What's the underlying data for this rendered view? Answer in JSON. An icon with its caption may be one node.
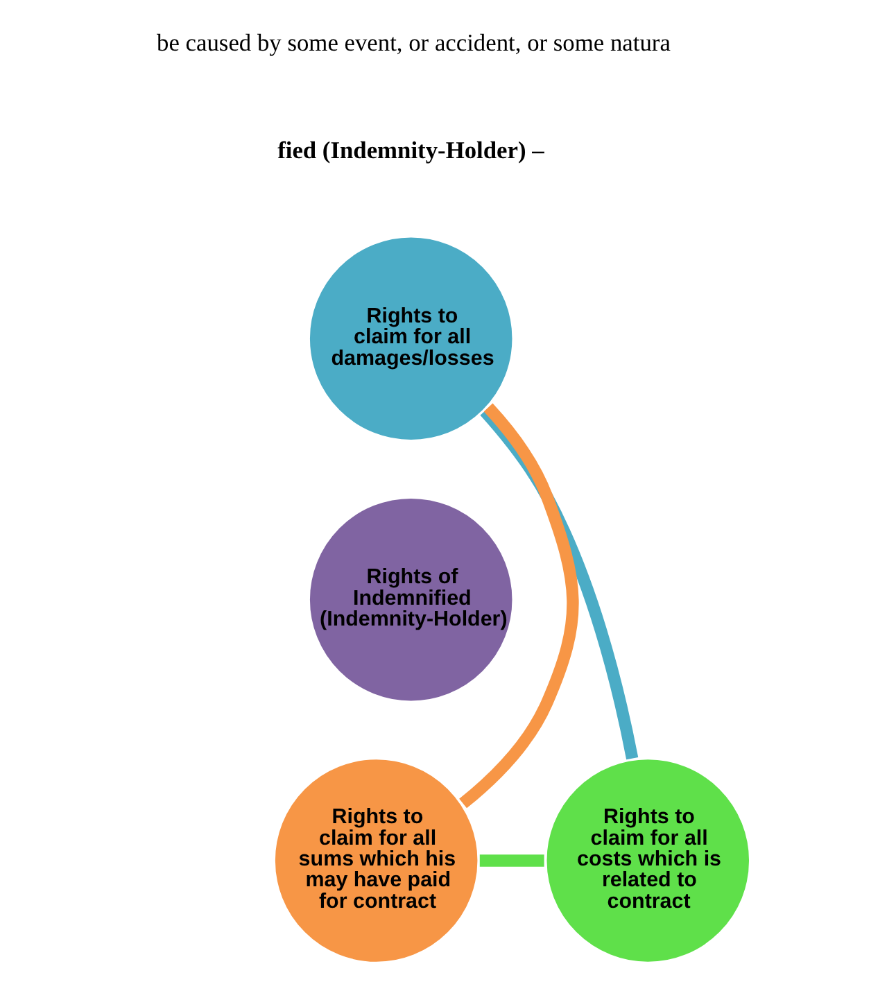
{
  "diagram": {
    "nodes": [
      {
        "text": [
          "Rights to claim for all damages/losses"
        ]
      },
      {
        "text": [
          "Rights of Indemnified (Indemnity-Holder)"
        ]
      },
      {
        "text": [
          "Rights to claim for all sums which his may have paid for contract"
        ]
      },
      {
        "text": [
          "Rights to claim for all costs which is related to contract"
        ]
      }
    ],
    "edges": [
      {
        "from": 0,
        "to": 3,
        "arrow": "none",
        "color": "#4bacc6"
      },
      {
        "from": 3,
        "to": 2,
        "arrow": "none",
        "color": "#5fe04a"
      },
      {
        "from": 2,
        "to": 0,
        "arrow": "none",
        "color": "#f79646"
      }
    ],
    "labels": [
      "be caused by some event, or accident, or some natura",
      "fied (Indemnity-Holder) –"
    ]
  }
}
